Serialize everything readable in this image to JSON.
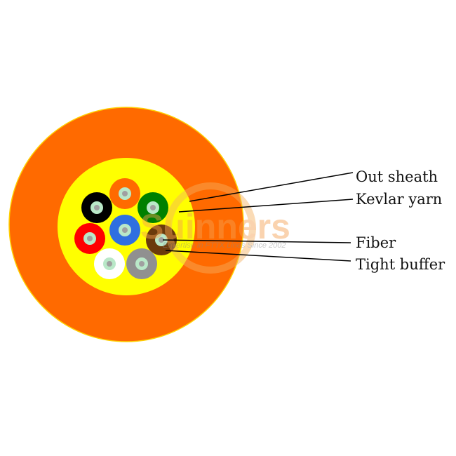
{
  "labels": {
    "out_sheath": "Out sheath",
    "kevlar_yarn": "Kevlar yarn",
    "fiber": "Fiber",
    "tight_buffer": "Tight buffer"
  },
  "watermark": {
    "brand": "Suinners",
    "tagline": "Expertise in FTTX Lines Since 2002"
  },
  "colors": {
    "sheath": "#ff6a00",
    "kevlar": "#ffff00",
    "fiber_core": "#b9e8c8",
    "fibers": [
      "#ff6a00",
      "#000000",
      "#008000",
      "#ff0000",
      "#2f6fe0",
      "#6b3a0c",
      "#ffffff",
      "#909090"
    ]
  }
}
